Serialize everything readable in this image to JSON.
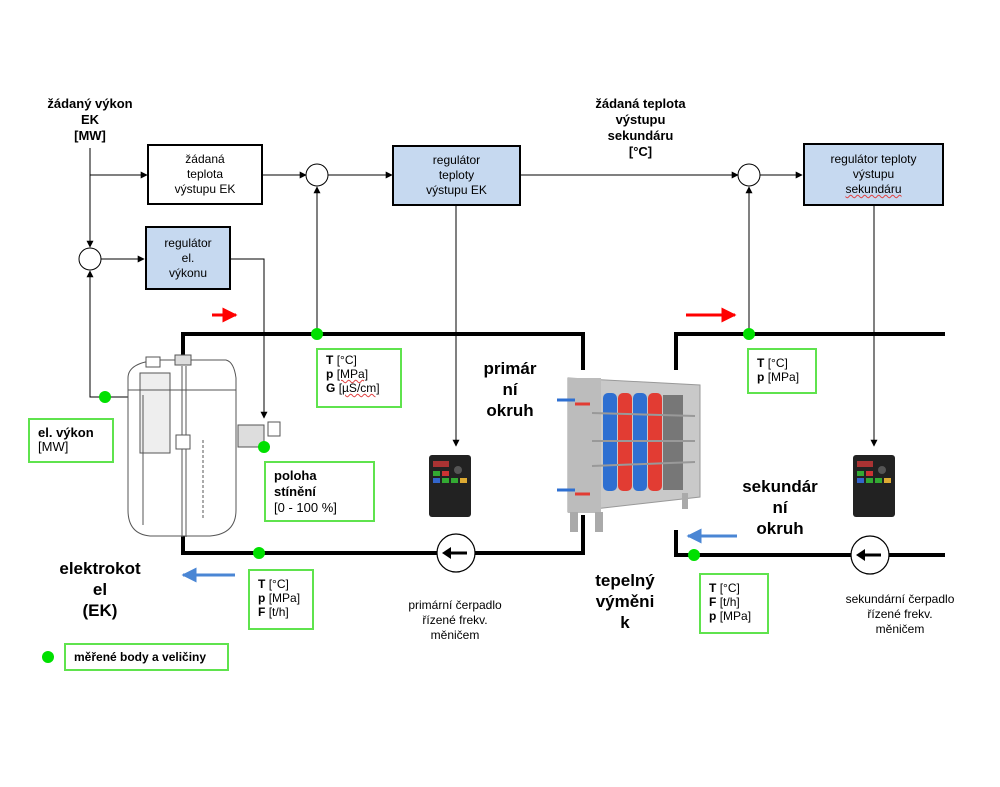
{
  "inputs": {
    "power_setpoint": [
      "žádaný výkon",
      "EK",
      "[MW]"
    ],
    "secondary_temp_setpoint": [
      "žádaná teplota",
      "výstupu",
      "sekundáru",
      "[°C]"
    ]
  },
  "blocks": {
    "ek_temp_setpoint": [
      "žádaná",
      "teplota",
      "výstupu  EK"
    ],
    "power_regulator": [
      "regulátor",
      "el.",
      "výkonu"
    ],
    "ek_temp_regulator": [
      "regulátor",
      "teploty",
      "výstupu  EK"
    ],
    "secondary_temp_regulator": [
      "regulátor  teploty",
      "výstupu",
      "sekundáru"
    ]
  },
  "measurements": {
    "el_power": {
      "rows": [
        {
          "sym": "el. výkon",
          "unit": ""
        },
        {
          "sym": "",
          "unit": "[MW]"
        }
      ]
    },
    "primary_supply": {
      "rows": [
        {
          "sym": "T",
          "unit": "[°C]"
        },
        {
          "sym": "p",
          "unit": "[MPa]"
        },
        {
          "sym": "G",
          "unit": "[µS/cm]"
        }
      ]
    },
    "shield_position": {
      "rows": [
        {
          "sym": "poloha",
          "unit": ""
        },
        {
          "sym": "stínění",
          "unit": ""
        },
        {
          "sym": "",
          "unit": "[0 - 100 %]"
        }
      ]
    },
    "primary_return": {
      "rows": [
        {
          "sym": "T",
          "unit": "[°C]"
        },
        {
          "sym": "p",
          "unit": "[MPa]"
        },
        {
          "sym": "F",
          "unit": "[t/h]"
        }
      ]
    },
    "secondary_supply": {
      "rows": [
        {
          "sym": "T",
          "unit": "[°C]"
        },
        {
          "sym": "p",
          "unit": "[MPa]"
        }
      ]
    },
    "secondary_return": {
      "rows": [
        {
          "sym": "T",
          "unit": "[°C]"
        },
        {
          "sym": "F",
          "unit": "[t/h]"
        },
        {
          "sym": "p",
          "unit": "[MPa]"
        }
      ]
    }
  },
  "labels": {
    "primary_circuit": [
      "primár",
      "ní",
      "okruh"
    ],
    "secondary_circuit": [
      "sekundár",
      "ní",
      "okruh"
    ],
    "boiler": [
      "elektrokot",
      "el",
      "(EK)"
    ],
    "heat_exchanger": [
      "tepelný",
      "výměni",
      "k"
    ],
    "primary_pump": [
      "primární  čerpadlo",
      "řízené  frekv.",
      "měničem"
    ],
    "secondary_pump": [
      "sekundární  čerpadlo",
      "řízené  frekv.",
      "měničem"
    ]
  },
  "legend": {
    "label": "měřené body a veličiny"
  },
  "colors": {
    "measure_green": "#00e000",
    "measure_border": "#5fe34d",
    "hot_flow": "#ff0000",
    "cold_flow": "#4a86d4",
    "regulator_fill": "#c6d9f0"
  }
}
